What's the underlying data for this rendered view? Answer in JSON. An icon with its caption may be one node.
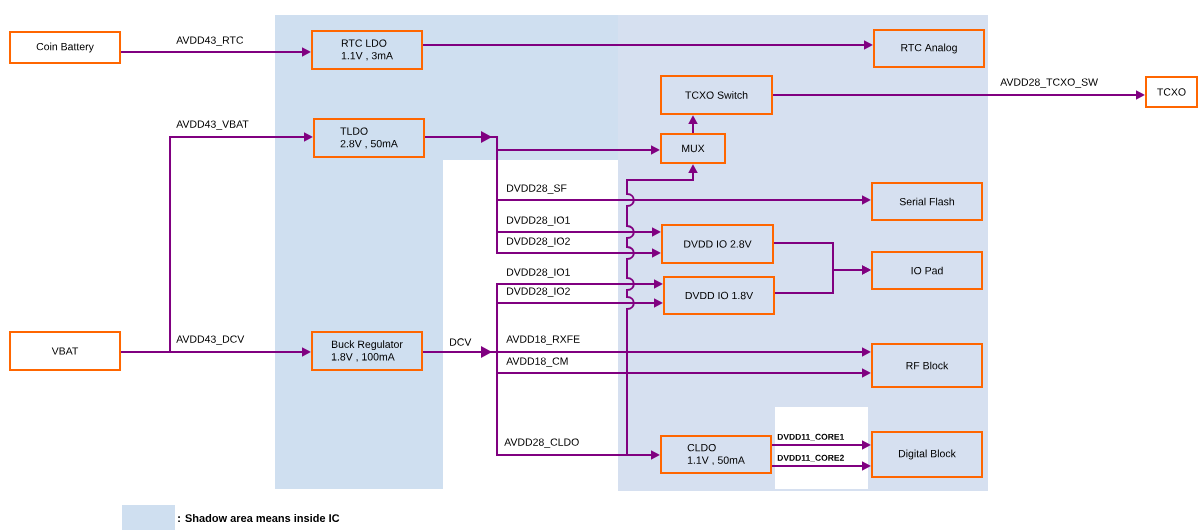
{
  "diagram": {
    "nodes": [
      {
        "text": [
          "Coin Battery"
        ]
      },
      {
        "text": [
          "RTC LDO",
          "1.1V , 3mA"
        ]
      },
      {
        "text": [
          "RTC Analog"
        ]
      },
      {
        "text": [
          "TCXO Switch"
        ]
      },
      {
        "text": [
          "TCXO"
        ]
      },
      {
        "text": [
          "TLDO",
          "2.8V , 50mA"
        ]
      },
      {
        "text": [
          "MUX"
        ]
      },
      {
        "text": [
          "Serial Flash"
        ]
      },
      {
        "text": [
          "DVDD IO 2.8V"
        ]
      },
      {
        "text": [
          "IO Pad"
        ]
      },
      {
        "text": [
          "DVDD IO 1.8V"
        ]
      },
      {
        "text": [
          "VBAT"
        ]
      },
      {
        "text": [
          "Buck Regulator",
          "1.8V , 100mA"
        ]
      },
      {
        "text": [
          "RF Block"
        ]
      },
      {
        "text": [
          "CLDO",
          "1.1V , 50mA"
        ]
      },
      {
        "text": [
          "Digital Block"
        ]
      }
    ],
    "edges": [
      {
        "from": 0,
        "to": 1,
        "arrow": "to",
        "label": "AVDD43_RTC"
      },
      {
        "from": 1,
        "to": 2,
        "arrow": "to"
      },
      {
        "from": 3,
        "to": 4,
        "arrow": "to",
        "label": "AVDD28_TCXO_SW"
      },
      {
        "from": 11,
        "to": 5,
        "arrow": "to",
        "label": "AVDD43_VBAT"
      },
      {
        "from": 11,
        "to": 12,
        "arrow": "to",
        "label": "AVDD43_DCV"
      },
      {
        "from": 6,
        "to": 3,
        "arrow": "to"
      },
      {
        "from": 5,
        "to": 6,
        "arrow": "to"
      },
      {
        "from": 5,
        "to": 7,
        "arrow": "to",
        "label": "DVDD28_SF"
      },
      {
        "from": 5,
        "to": 8,
        "arrow": "to",
        "label": "DVDD28_IO1"
      },
      {
        "from": 5,
        "to": 8,
        "arrow": "to",
        "label": "DVDD28_IO2"
      },
      {
        "from": 12,
        "to": 10,
        "arrow": "to",
        "label": "DVDD28_IO1"
      },
      {
        "from": 12,
        "to": 10,
        "arrow": "to",
        "label": "DVDD28_IO2"
      },
      {
        "from": 12,
        "to": 13,
        "arrow": "to",
        "label": "AVDD18_RXFE"
      },
      {
        "from": 12,
        "to": 13,
        "arrow": "to",
        "label": "AVDD18_CM"
      },
      {
        "from": 12,
        "to": 14,
        "arrow": "to",
        "label": "AVDD28_CLDO"
      },
      {
        "from": 12,
        "to": 6,
        "arrow": "to"
      },
      {
        "from": 8,
        "to": 9,
        "arrow": "to"
      },
      {
        "from": 10,
        "to": 9,
        "arrow": "to"
      },
      {
        "from": 14,
        "to": 15,
        "arrow": "to",
        "label": "DVDD11_CORE1"
      },
      {
        "from": 14,
        "to": 15,
        "arrow": "to",
        "label": "DVDD11_CORE2"
      }
    ],
    "labels": [
      "DCV"
    ],
    "legend": [
      {
        "text": ": Shadow area means inside IC",
        "color": "#cfdff0"
      }
    ]
  }
}
